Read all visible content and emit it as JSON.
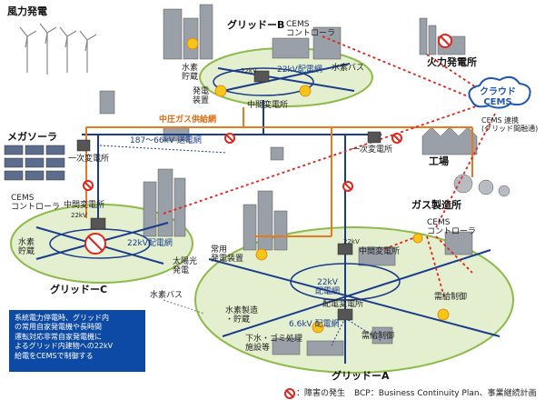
{
  "labels": {
    "wind": "風力発電",
    "mega_solar": "メガソーラ",
    "grid_b": "グリッドーB",
    "grid_c": "グリッドーC",
    "grid_a": "グリッドーA",
    "cems_ctrl_b": "CEMS\nコントローラ",
    "cems_ctrl_c": "CEMS\nコントローラ",
    "cems_ctrl_a": "CEMS\nコントローラ",
    "thermal": "火力発電所",
    "cloud_cems": "クラウド\nCEMS",
    "cems_link": "CEMS 連携\n(グリッド間融通)",
    "mid_gas": "中圧ガス供給網",
    "transmission": "187～66kV 送電網",
    "primary_sub_left": "一次変電所",
    "primary_sub_right": "一次変電所",
    "factory": "工場",
    "gas_plant": "ガス製造所",
    "mid_sub_b": "中間変電所",
    "mid_sub_c": "中間変電所",
    "mid_sub_a": "中間変電所",
    "dist_b": "22kV配電網",
    "dist_c": "22kV配電網",
    "dist_a": "22kV\n配電網",
    "kv22_b": "22kV",
    "kv22_c": "22kV",
    "kv22_a": "22kV",
    "h2_storage_b": "水素\n貯蔵",
    "h2_storage_c": "水素\n貯蔵",
    "power_unit_b": "発電\n装置",
    "h2_bus_b": "水素バス",
    "h2_bus_c": "水素バス",
    "solar_c": "太陽光\n発電",
    "emergency_gen": "常用\n発電装置",
    "dist_sub_a": "配電変電所",
    "kv66_a": "6.6kV 配電網",
    "h2_mfg": "水素製造\n・貯蔵",
    "sewage": "下水・ゴミ処理\n施設等",
    "demand_ctrl_1": "需給制御",
    "demand_ctrl_2": "需給制御",
    "note_box": "系統電力停電時、グリッド内\nの常用自家発電機や長時間\n運転対応非常自家発電機に\nよるグリッド内建物への22kV\n給電をCEMSで制御する",
    "legend_fault": "：障害の発生",
    "legend_bcp": "BCP：Business Continuity Plan、事業継続計画"
  },
  "colors": {
    "gas_line": "#e87a1e",
    "transmission_line": "#1a3c8c",
    "grid_fill": "#e4efcf",
    "grid_stroke": "#8dbb4a",
    "cems_link": "#e0261b",
    "note_bg": "#0d4aa5"
  }
}
